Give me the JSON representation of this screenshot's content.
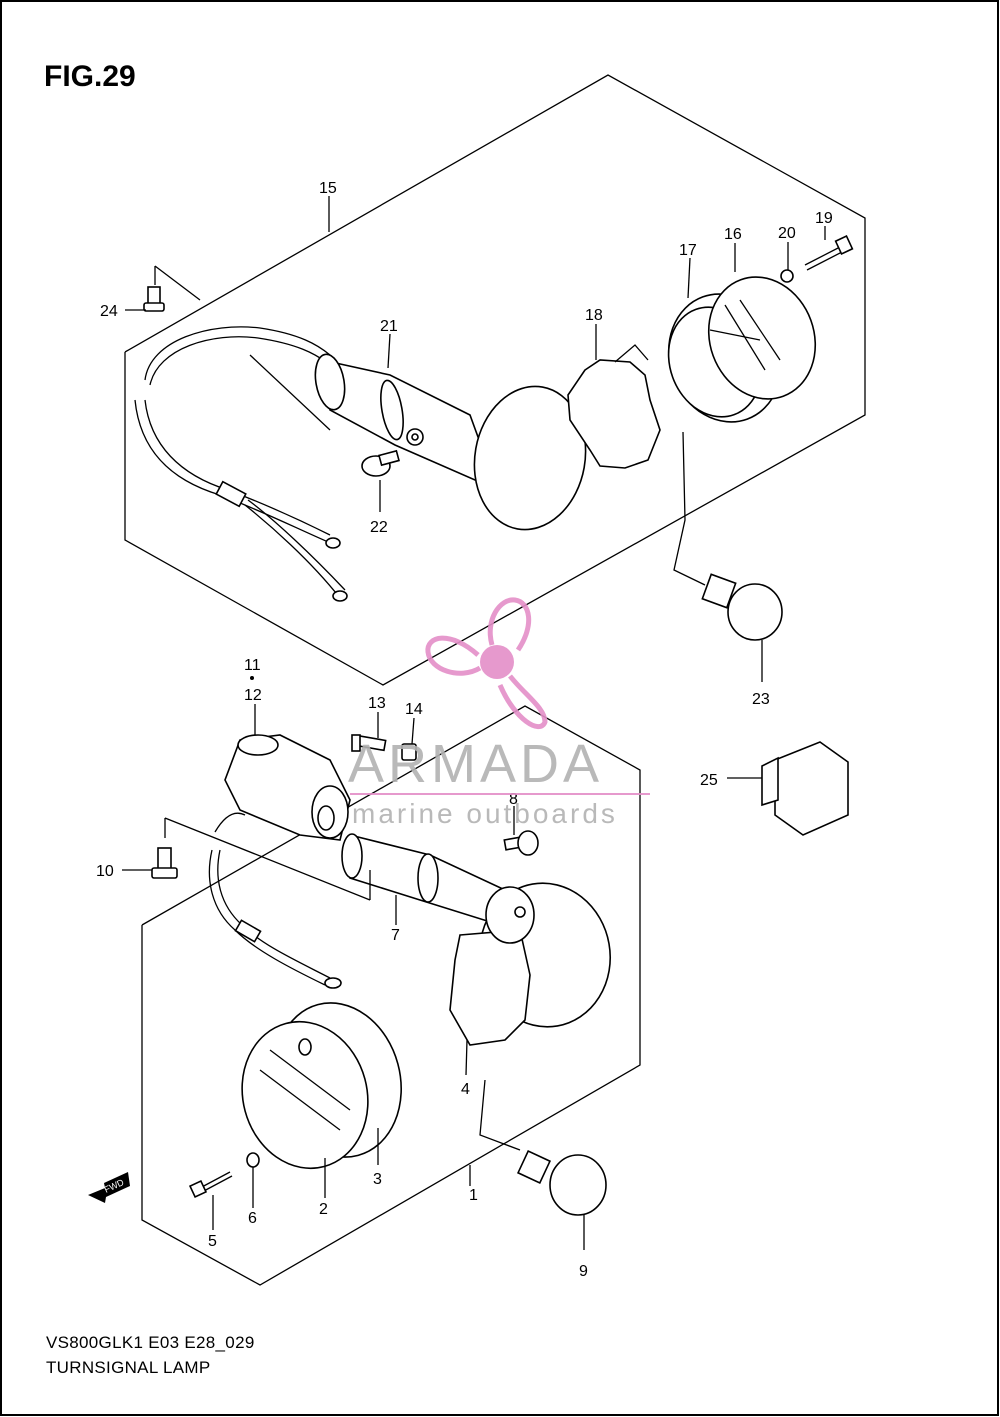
{
  "figure": {
    "title": "FIG.29",
    "model_code": "VS800GLK1 E03 E28_029",
    "section_name": "TURNSIGNAL LAMP"
  },
  "watermark": {
    "brand": "ARMADA",
    "tagline": "marine outboards",
    "logo_icon": "propeller-icon",
    "color": "#e48fc8"
  },
  "direction_marker": "FWD",
  "callouts": [
    "1",
    "2",
    "3",
    "4",
    "5",
    "6",
    "7",
    "8",
    "9",
    "10",
    "11",
    "12",
    "13",
    "14",
    "15",
    "16",
    "17",
    "18",
    "19",
    "20",
    "21",
    "22",
    "23",
    "24",
    "25"
  ]
}
